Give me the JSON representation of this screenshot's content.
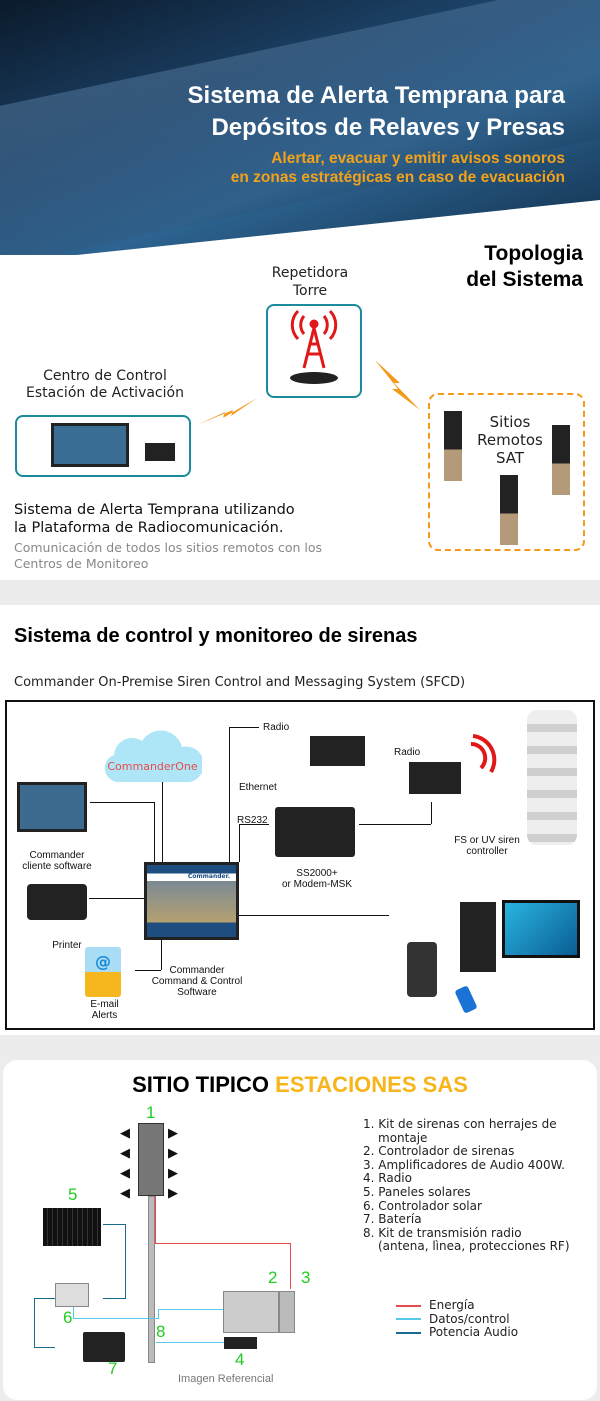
{
  "header": {
    "title_line1": "Sistema de Alerta Temprana para",
    "title_line2": "Depósitos de Relaves y Presas",
    "subtitle_line1": "Alertar, evacuar y emitir avisos sonoros",
    "subtitle_line2": "en zonas estratégicas en caso de evacuación"
  },
  "topology": {
    "title_line1": "Topologia",
    "title_line2": "del Sistema",
    "repeater": {
      "label": "Repetidora",
      "sublabel": "Torre"
    },
    "control": {
      "label": "Centro de Control",
      "sublabel": "Estación de Activación"
    },
    "remote": {
      "line1": "Sitios",
      "line2": "Remotos",
      "line3": "SAT"
    },
    "desc_line1": "Sistema de Alerta Temprana utilizando",
    "desc_line2": "la Plataforma de Radiocomunicación.",
    "note_line1": "Comunicación de todos los sitios remotos con los",
    "note_line2": "Centros de Monitoreo"
  },
  "monitoring": {
    "title": "Sistema de control y monitoreo de sirenas",
    "subtitle": "Commander On-Premise Siren Control and Messaging System (SFCD)",
    "diagram": {
      "cloud": "CommanderOne",
      "client_1": "Commander",
      "client_2": "cliente software",
      "printer": "Printer",
      "email_1": "E-mail",
      "email_2": "Alerts",
      "main_1": "Commander",
      "main_2": "Command & Control",
      "main_3": "Software",
      "radio1": "Radio",
      "ethernet": "Ethernet",
      "radio2": "Radio",
      "rs232": "RS232",
      "ss_1": "SS2000+",
      "ss_2": "or Modem-MSK",
      "siren_1": "FS or UV siren",
      "siren_2": "controller",
      "screen_brand": "Commander."
    }
  },
  "site": {
    "title_black": "SITIO TIPICO",
    "title_orange": "ESTACIONES SAS",
    "items": [
      "1. Kit de sirenas con herrajes de",
      "montaje",
      "2. Controlador de sirenas",
      "3. Amplificadores de Audio 400W.",
      "4. Radio",
      "5. Paneles solares",
      "6. Controlador solar",
      "7. Batería",
      "8. Kit de transmisión radio",
      "(antena, lìnea, protecciones RF)"
    ],
    "numbers": [
      "1",
      "2",
      "3",
      "4",
      "5",
      "6",
      "7",
      "8"
    ],
    "legend": [
      {
        "label": "Energía",
        "color": "#e84a4a"
      },
      {
        "label": "Datos/control",
        "color": "#56c8ea"
      },
      {
        "label": "Potencia Audio",
        "color": "#1a6a90"
      }
    ],
    "caption": "Imagen Referencial"
  }
}
